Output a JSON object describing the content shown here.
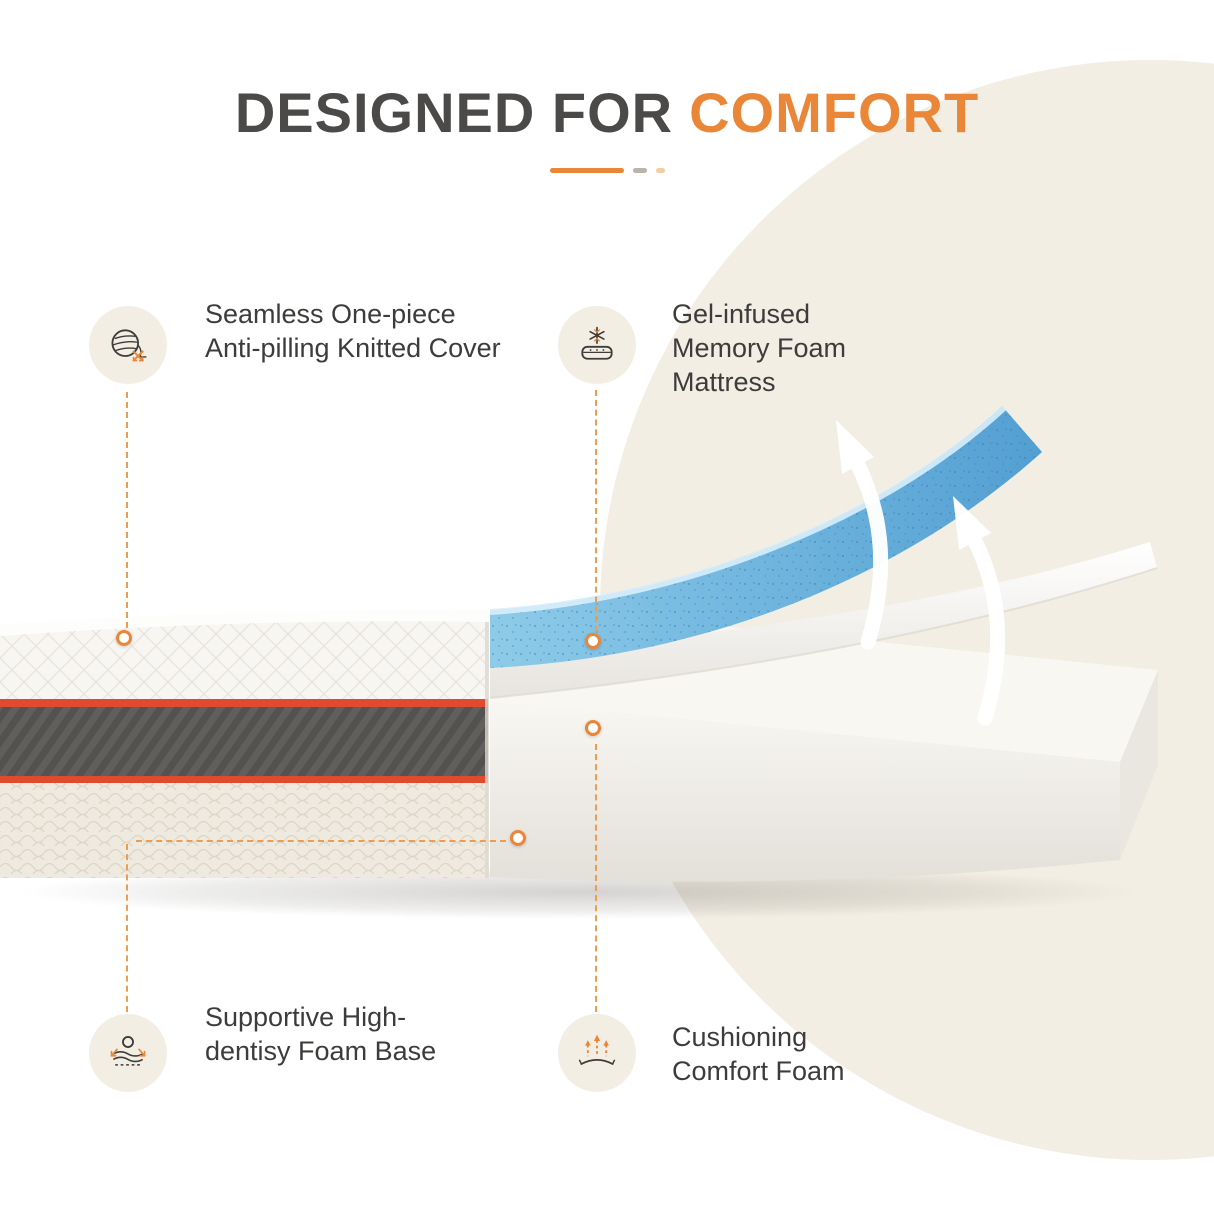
{
  "title": {
    "prefix": "DESIGNED FOR",
    "highlight": "COMFORT"
  },
  "features": [
    {
      "id": "knitted-cover",
      "label": "Seamless One-piece Anti-pilling Knitted Cover",
      "icon": "yarn-knit-icon"
    },
    {
      "id": "gel-memory-foam",
      "label": "Gel-infused Memory Foam Mattress",
      "icon": "gel-snowflake-mattress-icon"
    },
    {
      "id": "foam-base",
      "label": "Supportive High-dentisy Foam Base",
      "icon": "supportive-base-icon"
    },
    {
      "id": "comfort-foam",
      "label": "Cushioning Comfort Foam",
      "icon": "cushion-arrows-icon"
    }
  ],
  "colors": {
    "accent_orange": "#ea8638",
    "dashed_line_orange": "#ee9c4e",
    "title_dark": "#4b4a48",
    "body_text": "#3d3c3a",
    "cream_circle": "#f2eee4",
    "gel_blue": "#6fb6e0",
    "trim_red": "#e04a2e",
    "band_gray": "#5d5b57"
  }
}
